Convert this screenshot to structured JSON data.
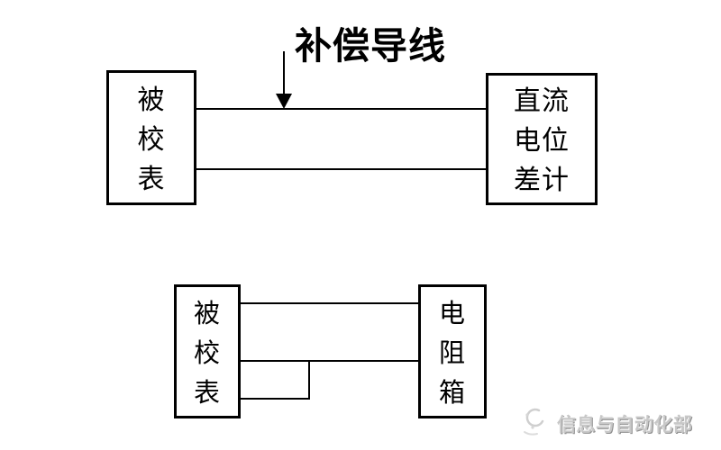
{
  "top_diagram": {
    "wire_label": "补偿导线",
    "left_box_label": "被校表",
    "right_box_label": "直流电位差计"
  },
  "bottom_diagram": {
    "left_box_label": "被校表",
    "right_box_label": "电阻箱"
  },
  "watermark": {
    "text": "信息与自动化部"
  },
  "colors": {
    "line": "#000000",
    "background": "#ffffff",
    "watermark_text": "#c8c8c8"
  }
}
